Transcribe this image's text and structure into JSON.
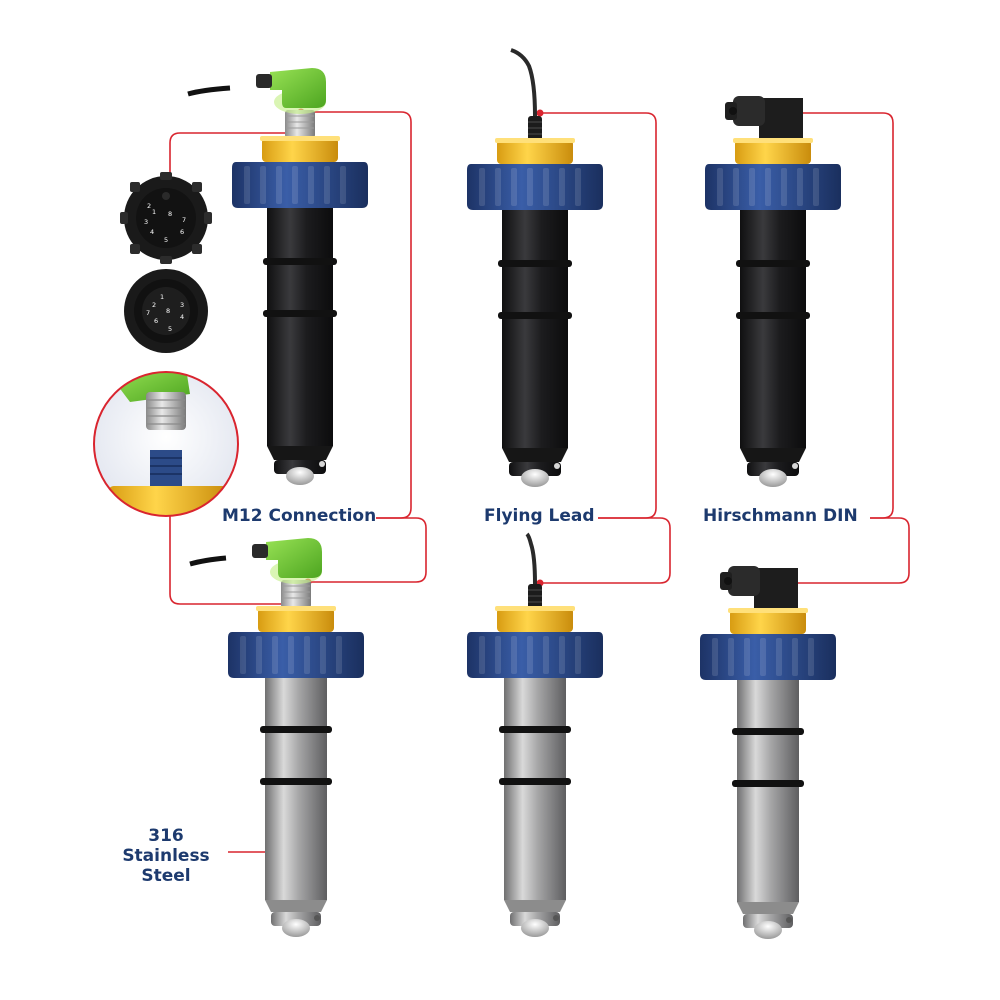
{
  "labels": {
    "m12": "M12 Connection",
    "flying_lead": "Flying Lead",
    "hirschmann": "Hirschmann DIN",
    "steel_line1": "316",
    "steel_line2": "Stainless",
    "steel_line3": "Steel"
  },
  "connector_pins": {
    "top": [
      "1",
      "2",
      "3",
      "4",
      "5",
      "6",
      "7",
      "8"
    ],
    "bottom": [
      "1",
      "2",
      "3",
      "4",
      "5",
      "6",
      "7",
      "8"
    ]
  },
  "colors": {
    "leader_line": "#d9252f",
    "label_text": "#1d3a6e",
    "cap_blue": "#2e4d8f",
    "collar_yellow": "#f5c12c",
    "m12_green": "#7bd13b",
    "body_black": "#1e1e20",
    "body_steel": "#a9a9a9"
  }
}
